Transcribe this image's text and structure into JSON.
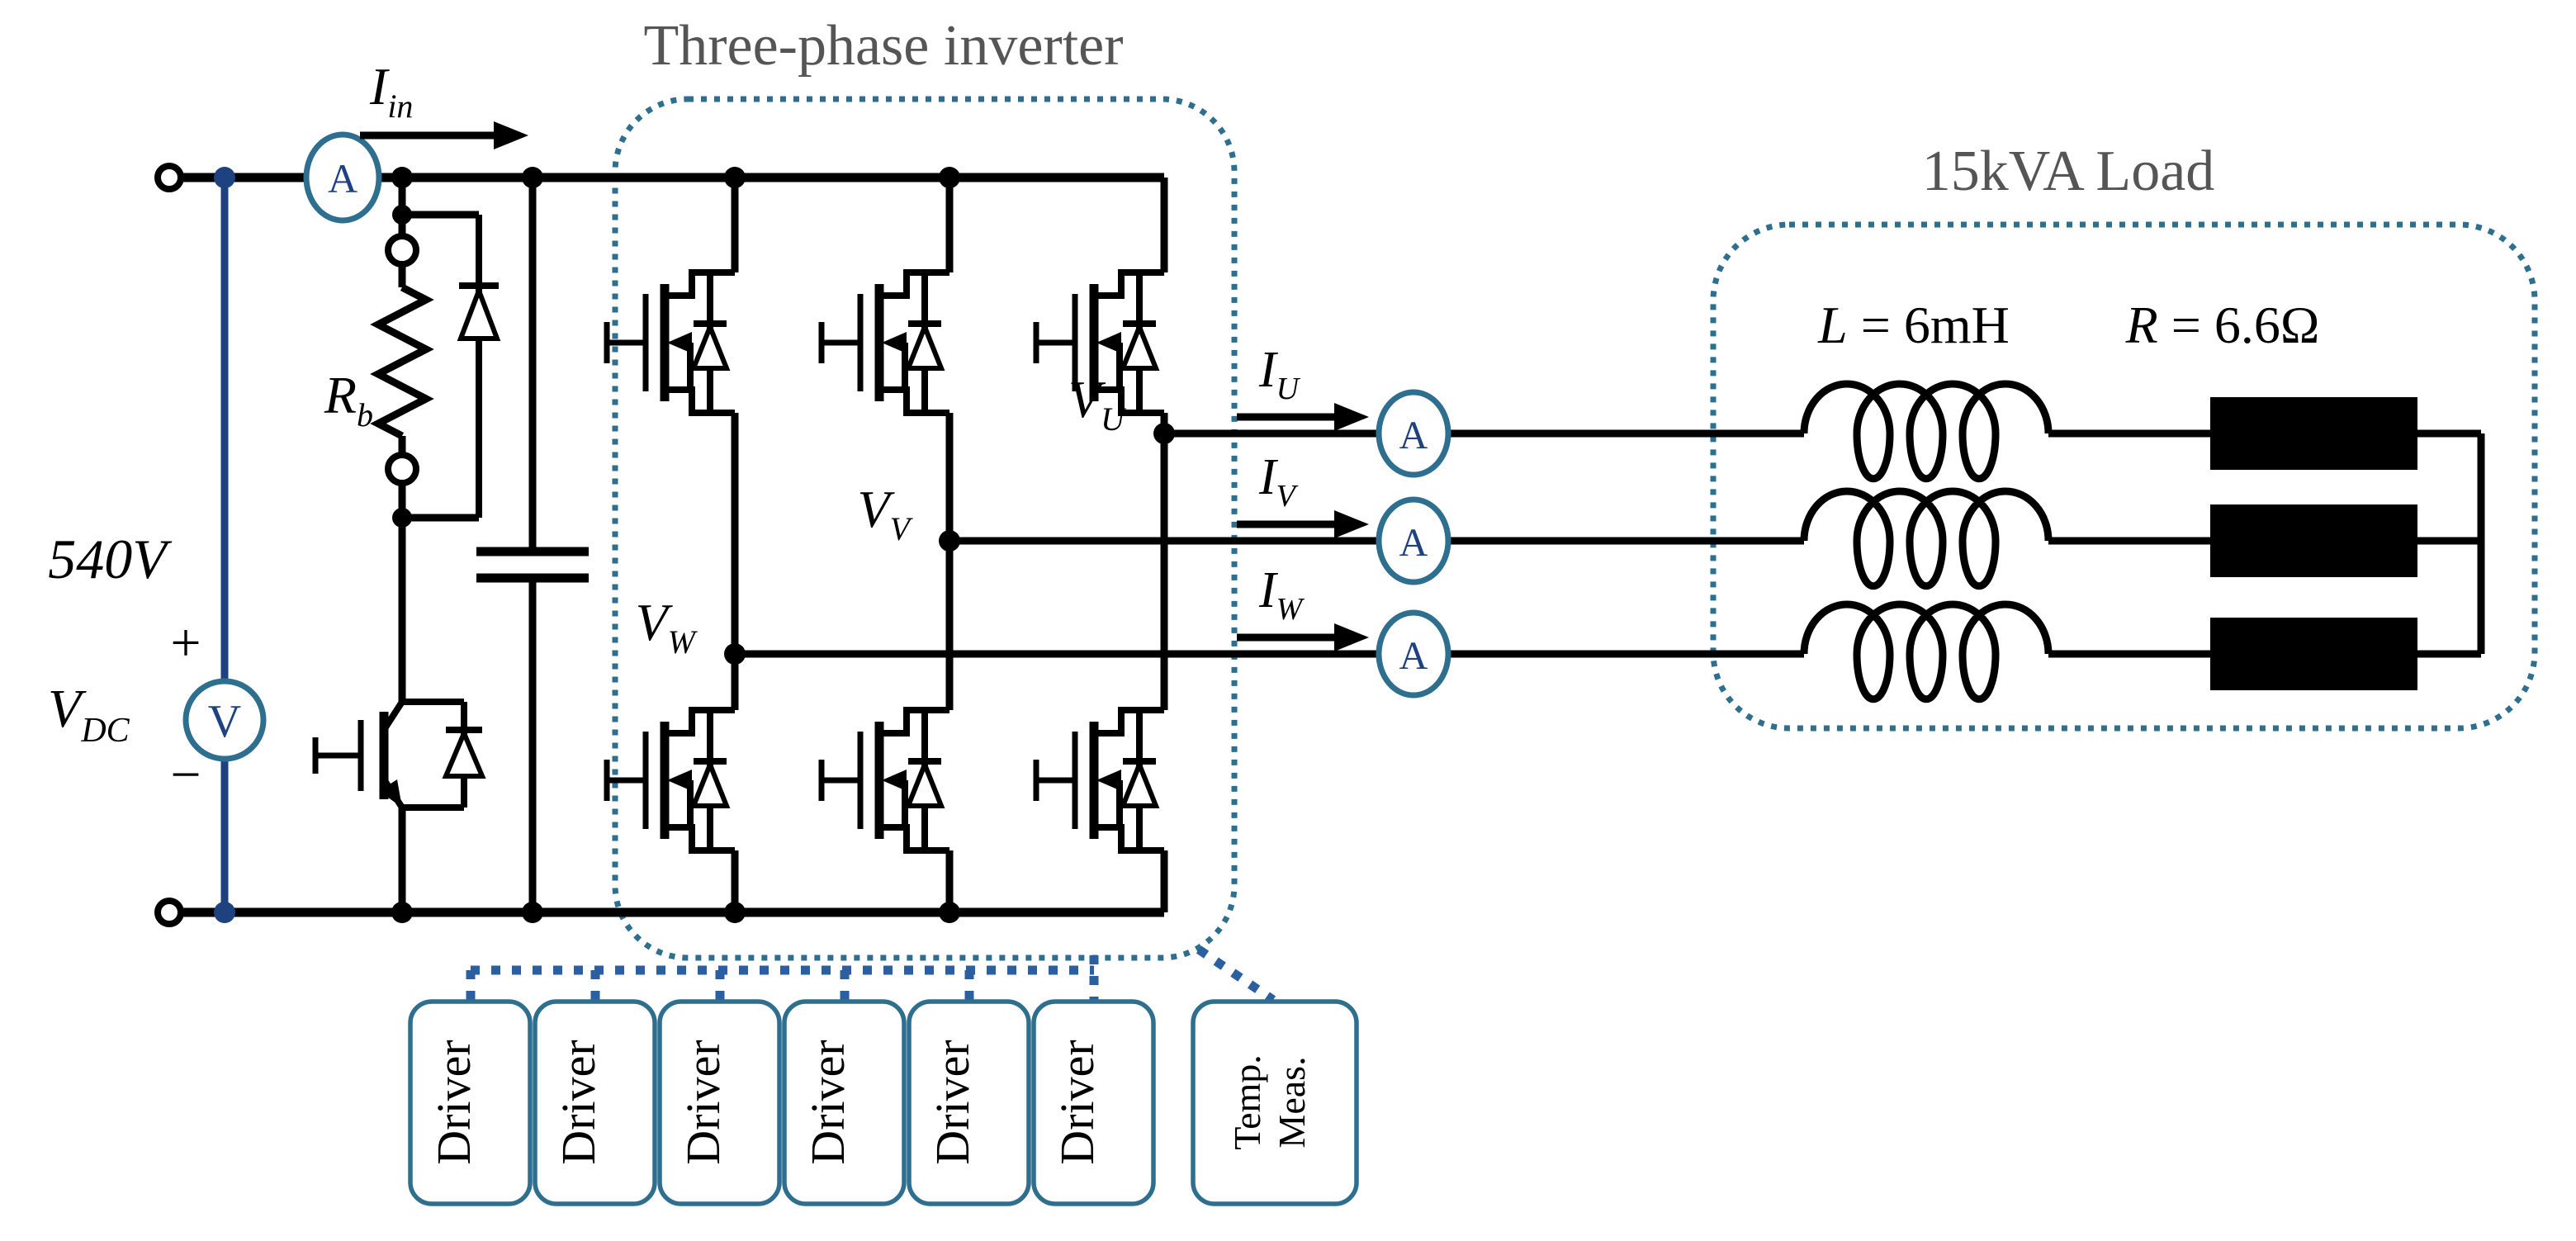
{
  "titles": {
    "inverter": "Three-phase inverter",
    "load": "15kVA Load"
  },
  "source": {
    "voltage": "540V",
    "plus": "+",
    "minus": "−",
    "symbol": "V",
    "symbol_sub": "DC",
    "meter_letter": "V"
  },
  "input": {
    "current_base": "I",
    "current_sub": "in",
    "ammeter_letter": "A"
  },
  "braking": {
    "resistor_base": "R",
    "resistor_sub": "b"
  },
  "phases": {
    "u": {
      "v_base": "V",
      "v_sub": "U",
      "i_base": "I",
      "i_sub": "U",
      "ammeter_letter": "A"
    },
    "v": {
      "v_base": "V",
      "v_sub": "V",
      "i_base": "I",
      "i_sub": "V",
      "ammeter_letter": "A"
    },
    "w": {
      "v_base": "V",
      "v_sub": "W",
      "i_base": "I",
      "i_sub": "W",
      "ammeter_letter": "A"
    }
  },
  "load": {
    "inductance_symbol": "L",
    "inductance_value": " = 6mH",
    "resistance_symbol": "R",
    "resistance_value": " = 6.6Ω"
  },
  "drivers": [
    "Driver",
    "Driver",
    "Driver",
    "Driver",
    "Driver",
    "Driver"
  ],
  "temp_meas": {
    "line1": "Temp.",
    "line2": "Meas."
  },
  "colors": {
    "wire": "#000000",
    "enclosure_teal": "#2e6f8f",
    "connector_blue": "#2b5fa0",
    "meter_navy": "#1e4180",
    "title_gray": "#555555"
  }
}
